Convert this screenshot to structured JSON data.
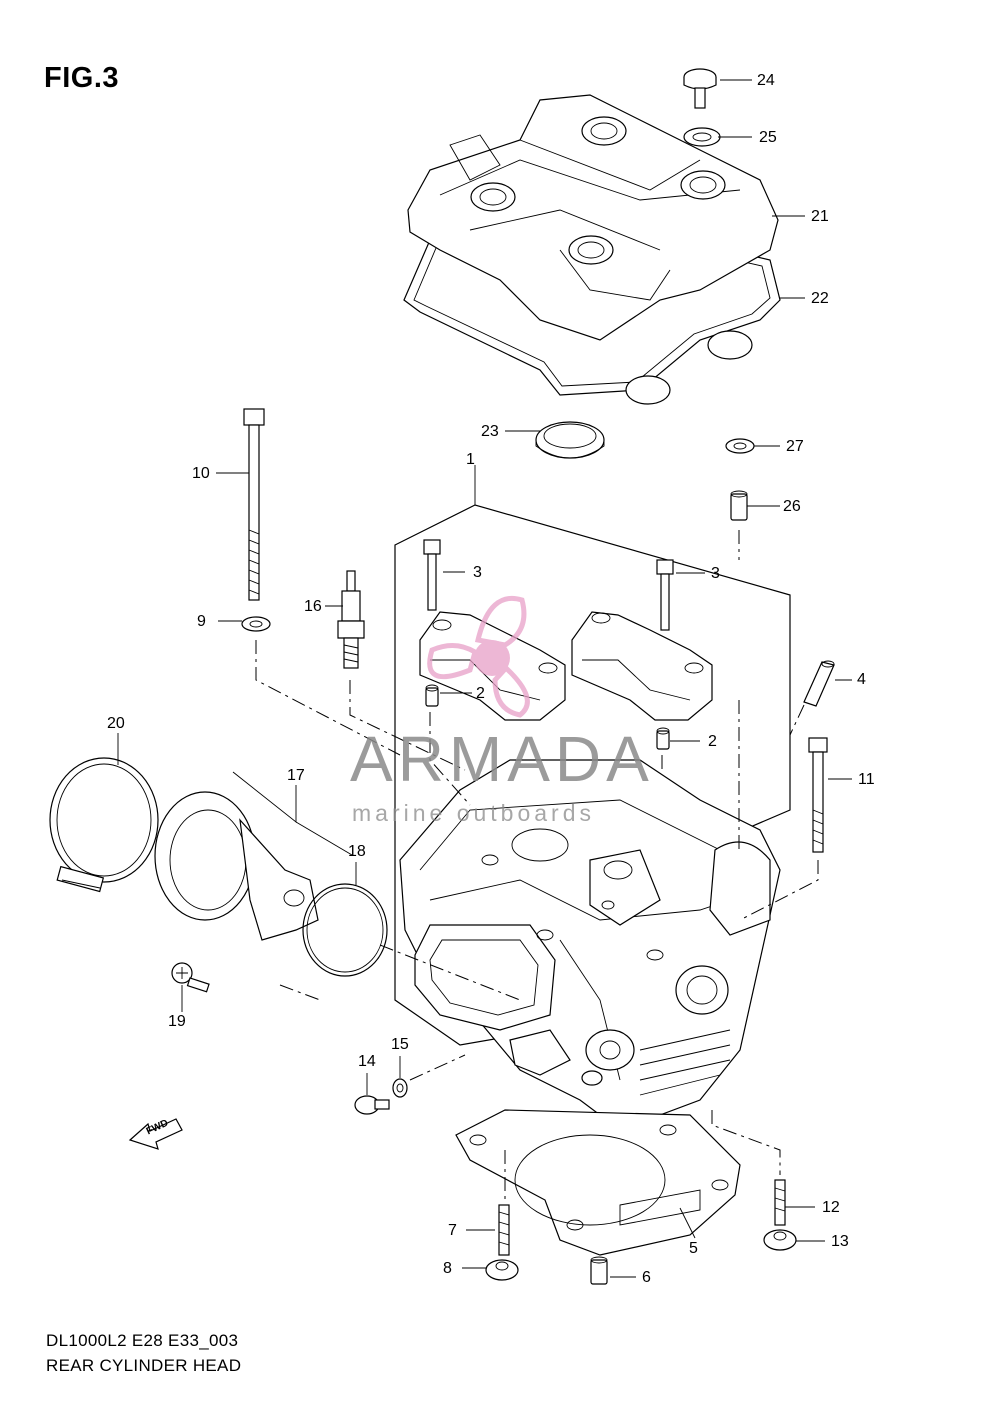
{
  "figure_title": "FIG.3",
  "footer": {
    "model_code": "DL1000L2 E28 E33_003",
    "section_name": "REAR CYLINDER HEAD"
  },
  "watermark": {
    "name": "ARMADA",
    "tagline": "marine outboards",
    "accent_color": "#e8a0c8"
  },
  "direction_badge": "FWD",
  "callouts": [
    {
      "id": "c1",
      "label": "1"
    },
    {
      "id": "c2a",
      "label": "2"
    },
    {
      "id": "c2b",
      "label": "2"
    },
    {
      "id": "c3a",
      "label": "3"
    },
    {
      "id": "c3b",
      "label": "3"
    },
    {
      "id": "c4",
      "label": "4"
    },
    {
      "id": "c5",
      "label": "5"
    },
    {
      "id": "c6",
      "label": "6"
    },
    {
      "id": "c7",
      "label": "7"
    },
    {
      "id": "c8",
      "label": "8"
    },
    {
      "id": "c9",
      "label": "9"
    },
    {
      "id": "c10",
      "label": "10"
    },
    {
      "id": "c11",
      "label": "11"
    },
    {
      "id": "c12",
      "label": "12"
    },
    {
      "id": "c13",
      "label": "13"
    },
    {
      "id": "c14",
      "label": "14"
    },
    {
      "id": "c15",
      "label": "15"
    },
    {
      "id": "c16",
      "label": "16"
    },
    {
      "id": "c17",
      "label": "17"
    },
    {
      "id": "c18",
      "label": "18"
    },
    {
      "id": "c19",
      "label": "19"
    },
    {
      "id": "c20",
      "label": "20"
    },
    {
      "id": "c21",
      "label": "21"
    },
    {
      "id": "c22",
      "label": "22"
    },
    {
      "id": "c23",
      "label": "23"
    },
    {
      "id": "c24",
      "label": "24"
    },
    {
      "id": "c25",
      "label": "25"
    },
    {
      "id": "c26",
      "label": "26"
    },
    {
      "id": "c27",
      "label": "27"
    }
  ]
}
